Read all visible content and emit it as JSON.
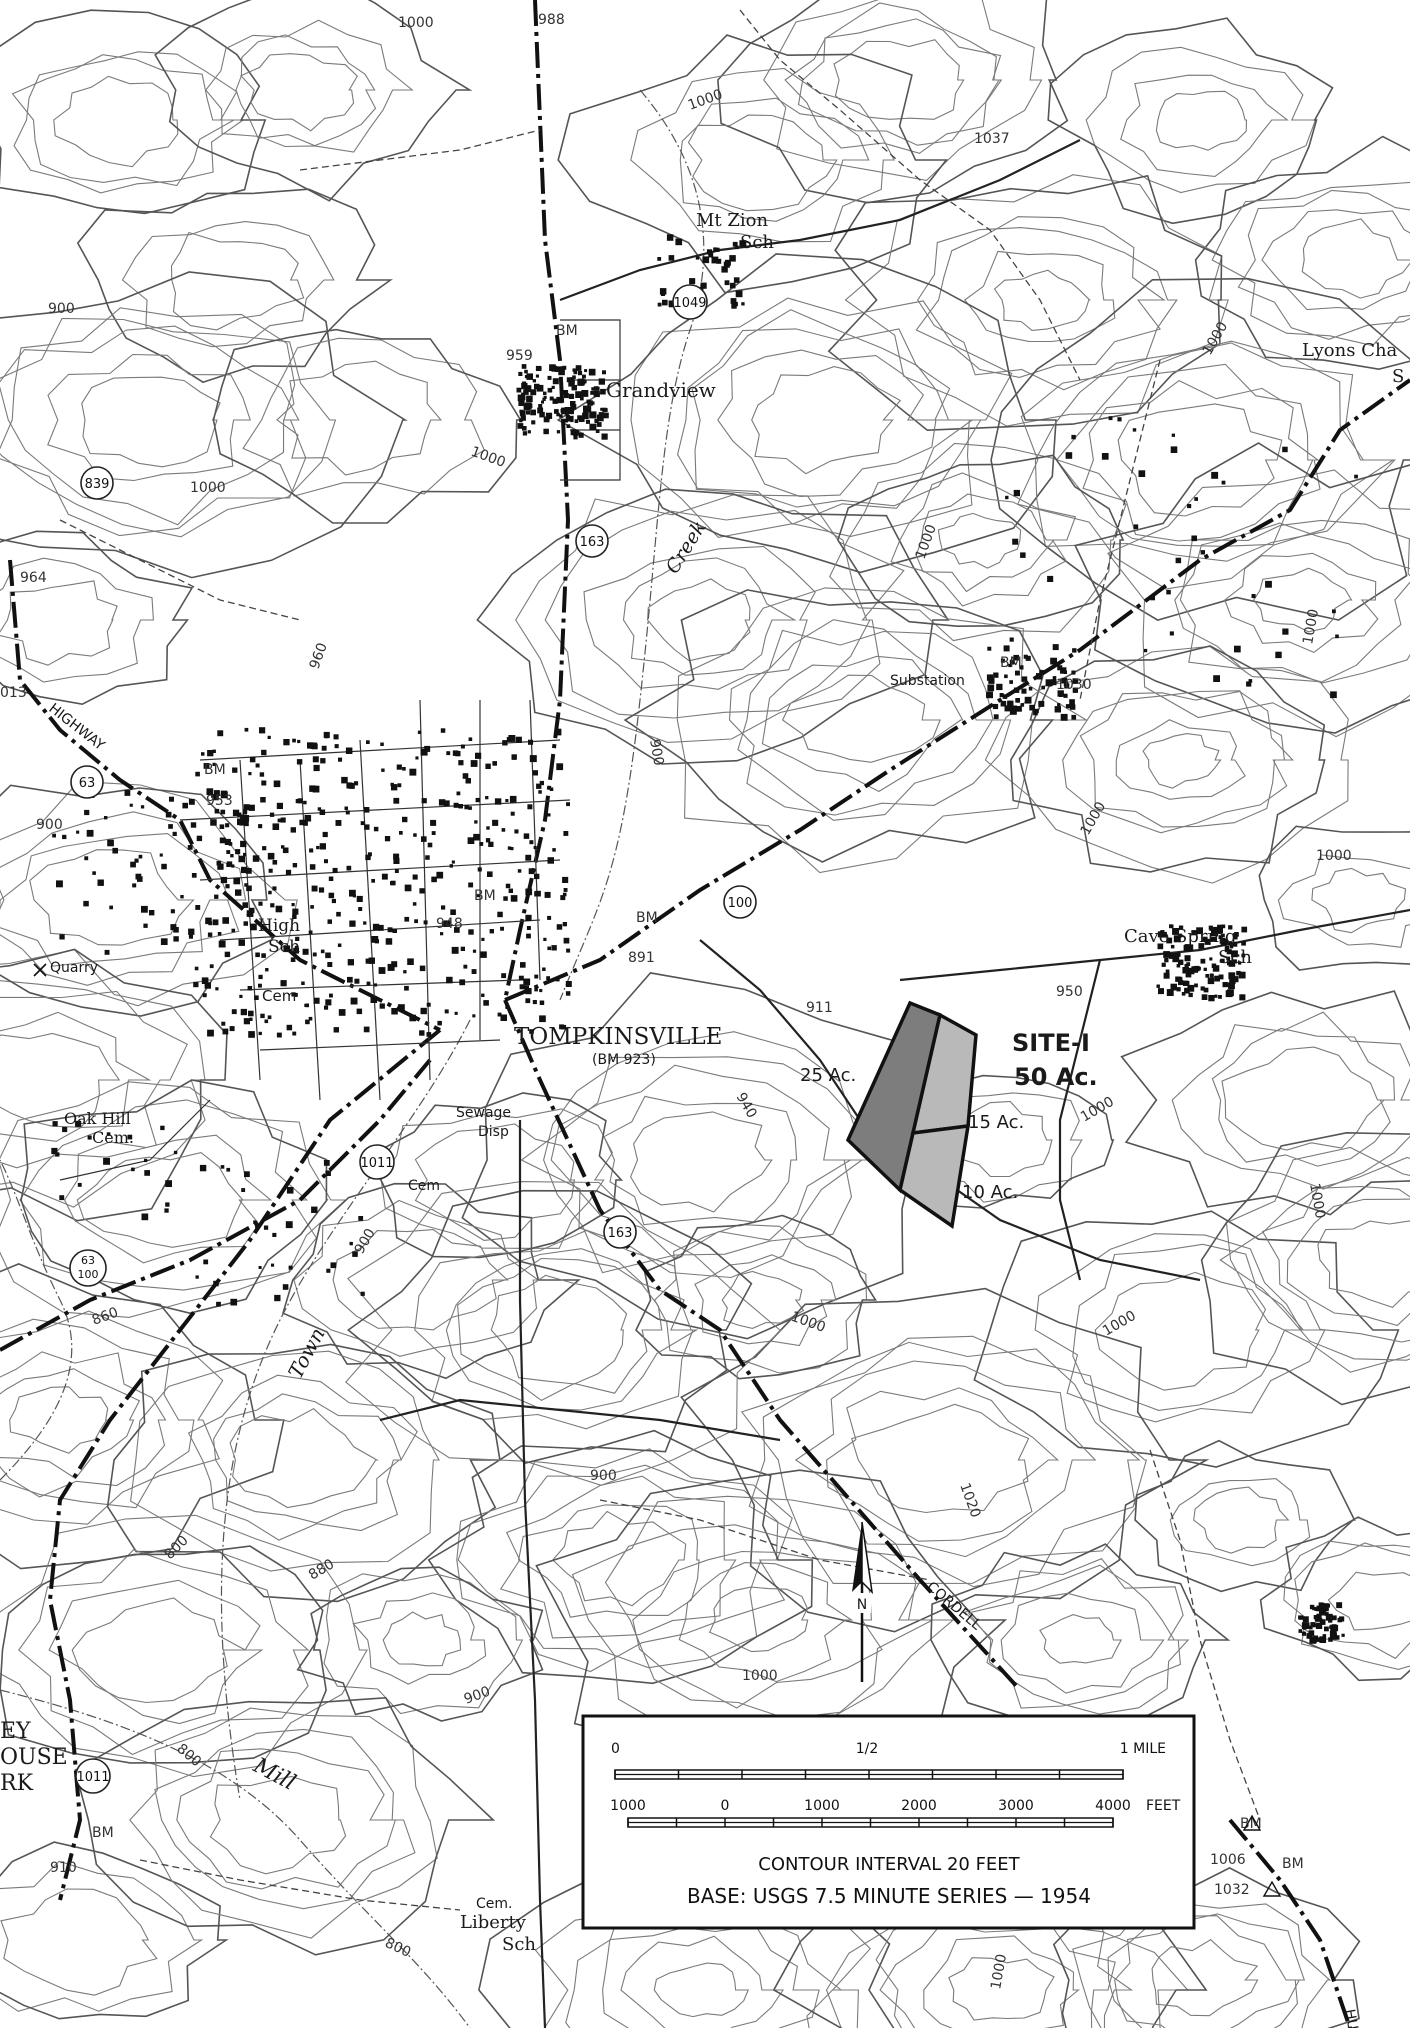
{
  "places": {
    "mt_zion": "Mt Zion",
    "mt_zion_sch": "Sch",
    "grandview": "Grandview",
    "lyons_chapel": "Lyons Cha",
    "lyons_chapel_sch": "S",
    "creek": "Creek",
    "substation": "Substation",
    "highway": "HIGHWAY",
    "high_sch_1": "High",
    "high_sch_2": "Sch",
    "quarry": "Quarry",
    "cem_1": "Cem",
    "cem_2": "Cem",
    "oak_hill_1": "Oak Hill",
    "oak_hill_2": "Cem.",
    "town_name": "TOMPKINSVILLE",
    "town_bm": "(BM 923)",
    "sewage_1": "Sewage",
    "sewage_2": "Disp",
    "cave_spring": "Cave Spring",
    "cave_spring_sch": "Sch",
    "town_creek": "Town",
    "mill_creek": "Mill",
    "cordell": "CORDELL",
    "liberty_cem": "Cem.",
    "liberty": "Liberty",
    "liberty_sch": "Sch",
    "house_1": "EY",
    "house_2": "OUSE",
    "house_3": "RK",
    "hu": "HU",
    "north": "N"
  },
  "benchmarks": {
    "bm": "BM",
    "grandview_bm": "959",
    "bm_953": "953",
    "bm_948": "948",
    "bm_891": "891",
    "bm_1030": "1030",
    "bm_910": "910",
    "bm_1006": "1006",
    "bm_1032": "1032",
    "bm_988": "988",
    "bm_1037": "1037",
    "bm_964": "964",
    "bm_013": "013",
    "bm_911": "911",
    "bm_950": "950"
  },
  "contour_labels": {
    "c1000": "1000",
    "c900": "900",
    "c960": "960",
    "c940": "940",
    "c860": "860",
    "c880": "880",
    "c800": "800",
    "c1020": "1020"
  },
  "routes": {
    "r1049": "1049",
    "r839": "839",
    "r163": "163",
    "r63": "63",
    "r100": "100",
    "r1011": "1011",
    "r63_100_top": "63",
    "r63_100_bottom": "100"
  },
  "site": {
    "title": "SITE-I",
    "area": "50 Ac.",
    "parcel_a": "25 Ac.",
    "parcel_b": "15 Ac.",
    "parcel_c": "10 Ac.",
    "fill_dark": "#7d7d7d",
    "fill_light": "#b9b9b9"
  },
  "legend": {
    "scale_zero": "0",
    "scale_half": "1/2",
    "scale_mile": "1 MILE",
    "feet_ticks": [
      "1000",
      "0",
      "1000",
      "2000",
      "3000",
      "4000"
    ],
    "feet_unit": "FEET",
    "contour_interval": "CONTOUR INTERVAL 20 FEET",
    "base": "BASE:  USGS 7.5 MINUTE SERIES — 1954"
  }
}
